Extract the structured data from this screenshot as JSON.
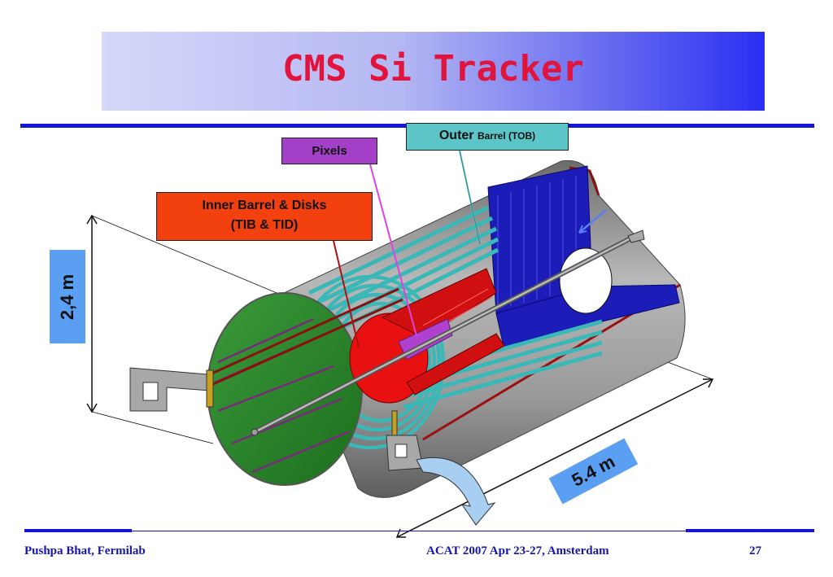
{
  "slide": {
    "title": "CMS Si Tracker"
  },
  "labels": {
    "outer_barrel_main": "Outer",
    "outer_barrel_sub": "Barrel (TOB)",
    "pixels": "Pixels",
    "inner_barrel_line1": "Inner Barrel & Disks",
    "inner_barrel_line2": "(TIB & TID)"
  },
  "dimensions": {
    "height": "2,4 m",
    "length": "5.4 m"
  },
  "footer": {
    "author": "Pushpa Bhat, Fermilab",
    "event": "ACAT 2007 Apr 23-27, Amsterdam",
    "page_number": "27"
  },
  "colors": {
    "title_text": "#e0143c",
    "rule": "#1515d8",
    "tob": "#5cc5c8",
    "pixels": "#a43fc8",
    "tib": "#f2400e",
    "dimension_box": "#5b9ff2",
    "endcap_green": "#2e8a2e",
    "tec_blue": "#1c1cb8",
    "shell_gray": "#8c8c8c"
  }
}
